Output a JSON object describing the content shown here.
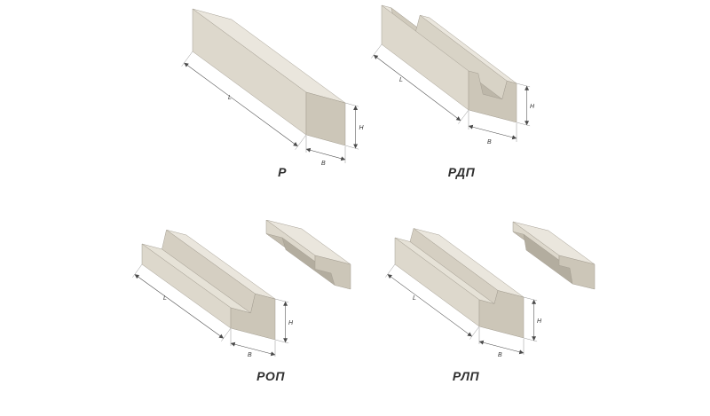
{
  "page": {
    "background": "#ffffff"
  },
  "palette": {
    "concrete_top": "#eae6dd",
    "concrete_side": "#ddd8cc",
    "concrete_end": "#ccc6b8",
    "concrete_shelf": "#e6e2d7",
    "concrete_slope": "#d5cfc2",
    "concrete_groove": "#bdb7a9",
    "concrete_notch": "#b3ad9f",
    "outline": "#a49e92",
    "dimension_line": "#4a4a4a",
    "caption_text": "#2f2f2f"
  },
  "dims": {
    "length_label": "L",
    "height_label": "H",
    "width_label": "B"
  },
  "figures": [
    {
      "label": "Р"
    },
    {
      "label": "РДП"
    },
    {
      "label": "РОП"
    },
    {
      "label": "РЛП"
    }
  ]
}
